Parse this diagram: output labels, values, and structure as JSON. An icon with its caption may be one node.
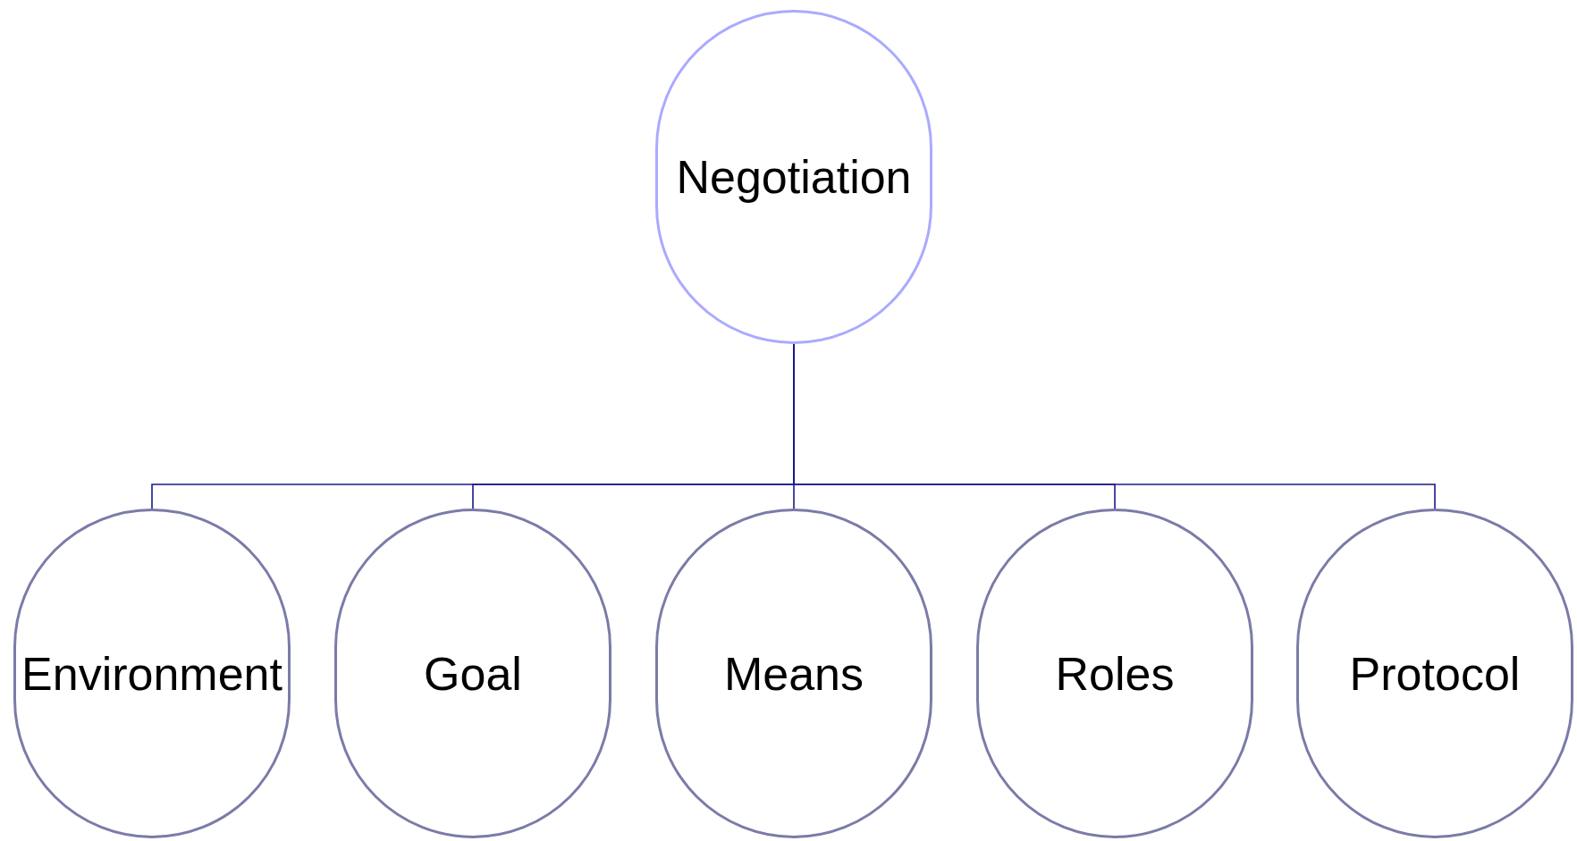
{
  "diagram": {
    "nodes": [
      {
        "text": [
          "Negotiation"
        ]
      },
      {
        "text": [
          "Environment"
        ]
      },
      {
        "text": [
          "Goal"
        ]
      },
      {
        "text": [
          "Means"
        ]
      },
      {
        "text": [
          "Roles"
        ]
      },
      {
        "text": [
          "Protocol"
        ]
      }
    ],
    "edges": [
      {
        "from": 0,
        "to": 1,
        "arrow": "none"
      },
      {
        "from": 0,
        "to": 2,
        "arrow": "none"
      },
      {
        "from": 0,
        "to": 3,
        "arrow": "none"
      },
      {
        "from": 0,
        "to": 4,
        "arrow": "none"
      },
      {
        "from": 0,
        "to": 5,
        "arrow": "none"
      }
    ]
  }
}
